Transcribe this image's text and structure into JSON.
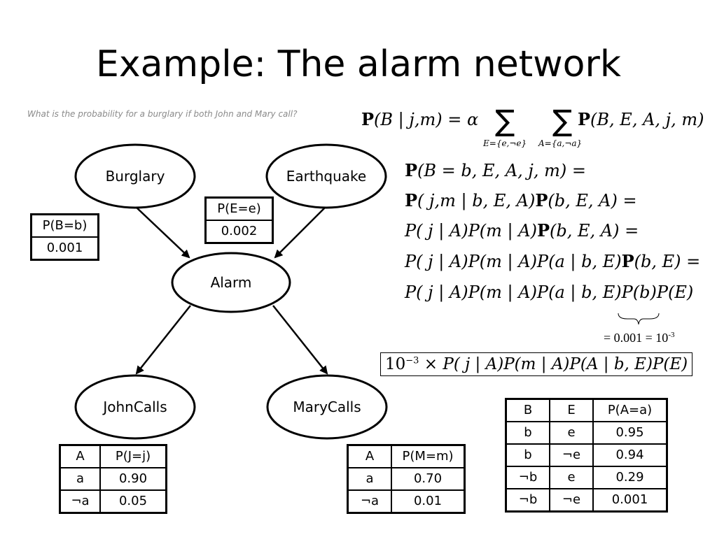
{
  "title": "Example: The alarm network",
  "question": "What is the probability for a burglary if both John and Mary call?",
  "nodes": {
    "burglary": "Burglary",
    "earthquake": "Earthquake",
    "alarm": "Alarm",
    "johncalls": "JohnCalls",
    "marycalls": "MaryCalls"
  },
  "cpt_b": {
    "header": "P(B=b)",
    "value": "0.001"
  },
  "cpt_e": {
    "header": "P(E=e)",
    "value": "0.002"
  },
  "cpt_j": {
    "headers": [
      "A",
      "P(J=j)"
    ],
    "rows": [
      [
        "a",
        "0.90"
      ],
      [
        "¬a",
        "0.05"
      ]
    ]
  },
  "cpt_m": {
    "headers": [
      "A",
      "P(M=m)"
    ],
    "rows": [
      [
        "a",
        "0.70"
      ],
      [
        "¬a",
        "0.01"
      ]
    ]
  },
  "cpt_a": {
    "headers": [
      "B",
      "E",
      "P(A=a)"
    ],
    "rows": [
      [
        "b",
        "e",
        "0.95"
      ],
      [
        "b",
        "¬e",
        "0.94"
      ],
      [
        "¬b",
        "e",
        "0.29"
      ],
      [
        "¬b",
        "¬e",
        "0.001"
      ]
    ]
  },
  "formulas": {
    "query_lhs": "(B | j,m) = α",
    "query_rhs": "(B, E, A, j, m)",
    "sum_e_sub": "E={e,¬e}",
    "sum_a_sub": "A={a,¬a}",
    "line1": "(B = b, E, A, j, m) =",
    "line2a": "( j,m | b, E, A)",
    "line2b": "(b, E, A) =",
    "line3a": "P( j | A)P(m | A)",
    "line3b": "(b, E, A) =",
    "line4a": "P( j | A)P(m | A)P(a | b, E)",
    "line4b": "(b, E) =",
    "line5": "P( j | A)P(m | A)P(a | b, E)P(b)P(E)",
    "note": "= 0.001 = 10",
    "note_exp": "-3",
    "final_base": "10",
    "final_exp": "−3",
    "final_rest": " × P( j | A)P(m | A)P(A | b, E)P(E)"
  }
}
